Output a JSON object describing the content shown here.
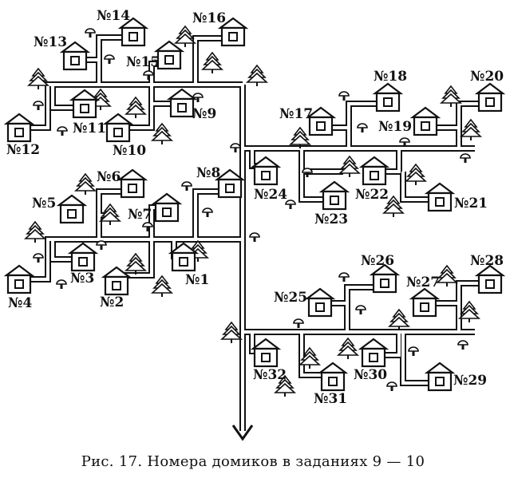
{
  "figure": {
    "caption": "Рис. 17. Номера домиков в заданиях 9 — 10",
    "house_labels": [
      "№1",
      "№2",
      "№3",
      "№4",
      "№5",
      "№6",
      "№7",
      "№8",
      "№9",
      "№10",
      "№11",
      "№12",
      "№13",
      "№14",
      "№15",
      "№16",
      "№17",
      "№18",
      "№19",
      "№20",
      "№21",
      "№22",
      "№23",
      "№24",
      "№25",
      "№26",
      "№27",
      "№28",
      "№29",
      "№30",
      "№31",
      "№32"
    ]
  }
}
